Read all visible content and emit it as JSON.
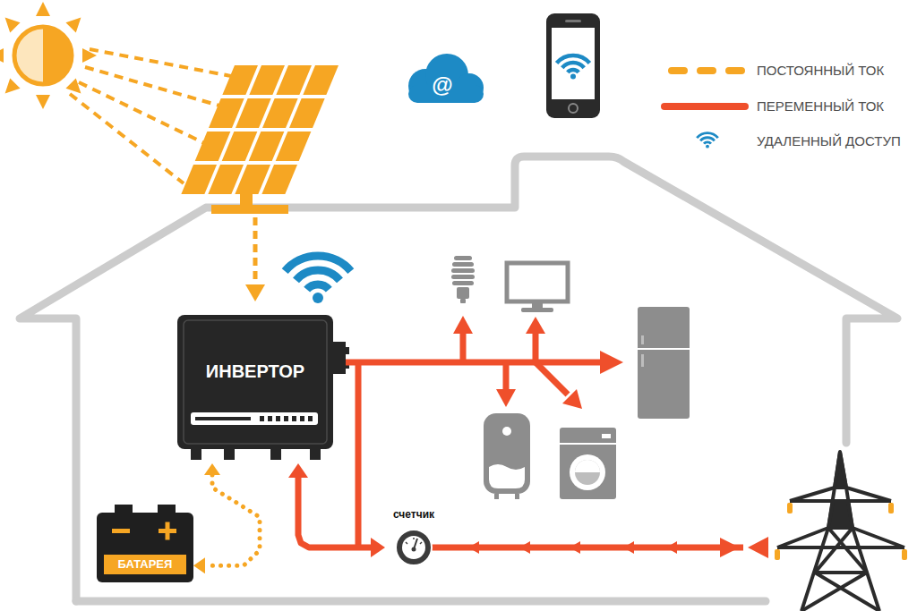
{
  "diagram": {
    "nodes": [
      {
        "text": [
          "ИНВЕРТОР"
        ]
      },
      {
        "text": [
          "счетчик"
        ]
      },
      {
        "text": [
          "БАТАРЕЯ"
        ]
      }
    ],
    "edges": [
      {
        "from": 0,
        "to": 1,
        "arrow": "both"
      },
      {
        "from": 0,
        "to": 2,
        "arrow": "both"
      }
    ],
    "labels": [
      "@"
    ],
    "legend": [
      {
        "text": "ПОСТОЯННЫЙ ТОК"
      },
      {
        "text": "ПЕРЕМЕННЫЙ ТОК"
      },
      {
        "text": "УДАЛЕННЫЙ ДОСТУП"
      }
    ]
  }
}
